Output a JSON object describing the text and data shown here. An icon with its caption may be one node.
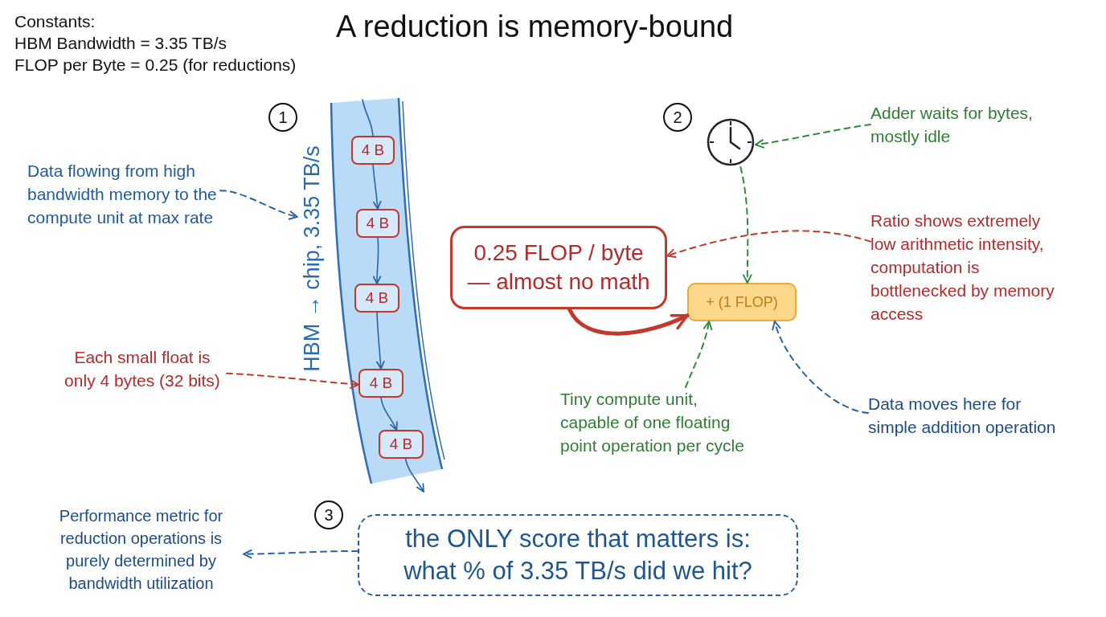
{
  "diagram": {
    "title": "A reduction is memory-bound",
    "nodes": [
      {
        "text": [
          "Data flowing from high bandwidth memory to the compute unit at max rate"
        ]
      },
      {
        "text": [
          "HBM → chip, 3.35 TB/s"
        ]
      },
      {
        "text": [
          "4 B"
        ],
        "in": 1
      },
      {
        "text": [
          "4 B"
        ],
        "in": 1
      },
      {
        "text": [
          "4 B"
        ],
        "in": 1
      },
      {
        "text": [
          "4 B"
        ],
        "in": 1
      },
      {
        "text": [
          "4 B"
        ],
        "in": 1
      },
      {
        "text": [
          "Each small float is only 4 bytes (32 bits)"
        ]
      },
      {
        "text": [],
        "shape": "clock"
      },
      {
        "text": [
          "Adder waits for bytes, mostly idle"
        ]
      },
      {
        "text": [
          "0.25 FLOP / byte — almost no math"
        ]
      },
      {
        "text": [
          "+ (1 FLOP)"
        ]
      },
      {
        "text": [
          "Ratio shows extremely low arithmetic intensity, computation is bottlenecked by memory access"
        ]
      },
      {
        "text": [
          "Tiny compute unit, capable of one floating point operation per cycle"
        ]
      },
      {
        "text": [
          "Data moves here for simple addition operation"
        ]
      },
      {
        "text": [
          "Performance metric for reduction operations is purely determined by bandwidth utilization"
        ]
      },
      {
        "text": [
          "the ONLY score that matters is: what % of 3.35 TB/s did we hit?"
        ]
      }
    ],
    "edges": [
      {
        "from": 0,
        "to": 1,
        "arrow": "to",
        "style": "dashed"
      },
      {
        "from": null,
        "to": 2,
        "arrow": "none"
      },
      {
        "from": 2,
        "to": 3,
        "arrow": "to"
      },
      {
        "from": 3,
        "to": 4,
        "arrow": "to"
      },
      {
        "from": 4,
        "to": 5,
        "arrow": "to"
      },
      {
        "from": 5,
        "to": 6,
        "arrow": "to"
      },
      {
        "from": 6,
        "to": null,
        "arrow": "to"
      },
      {
        "from": 7,
        "to": 5,
        "arrow": "to",
        "style": "dashed",
        "color": "#c0392b"
      },
      {
        "from": 9,
        "to": 8,
        "arrow": "to",
        "style": "dashed",
        "color": "#2e8b3e"
      },
      {
        "from": 8,
        "to": 11,
        "arrow": "to",
        "style": "dashed",
        "color": "#2e8b3e"
      },
      {
        "from": 12,
        "to": 10,
        "arrow": "to",
        "style": "dashed",
        "color": "#c0392b"
      },
      {
        "from": 10,
        "to": 11,
        "arrow": "to",
        "style": "thick",
        "color": "#c0392b"
      },
      {
        "from": 13,
        "to": 11,
        "arrow": "to",
        "style": "dashed",
        "color": "#2e8b3e"
      },
      {
        "from": 14,
        "to": 11,
        "arrow": "to",
        "style": "dashed"
      },
      {
        "from": 16,
        "to": 15,
        "arrow": "to",
        "style": "dashed"
      }
    ],
    "labels": [
      "Constants:",
      "HBM Bandwidth = 3.35 TB/s",
      "FLOP per Byte = 0.25 (for reductions)",
      "1",
      "2",
      "3"
    ]
  }
}
